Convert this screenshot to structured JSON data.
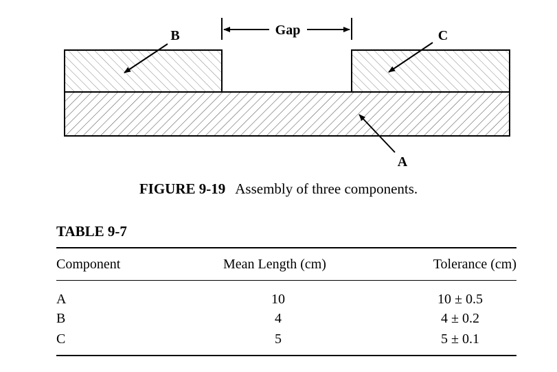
{
  "figure": {
    "labels": {
      "b": "B",
      "c": "C",
      "a": "A",
      "gap": "Gap"
    },
    "caption_label": "FIGURE 9-19",
    "caption_text": "Assembly of three components."
  },
  "table": {
    "title": "TABLE 9-7",
    "headers": [
      "Component",
      "Mean Length (cm)",
      "Tolerance (cm)"
    ],
    "rows": [
      {
        "component": "A",
        "mean": "10",
        "tolerance": "10 ± 0.5"
      },
      {
        "component": "B",
        "mean": "4",
        "tolerance": "4 ± 0.2"
      },
      {
        "component": "C",
        "mean": "5",
        "tolerance": "5 ± 0.1"
      }
    ]
  }
}
